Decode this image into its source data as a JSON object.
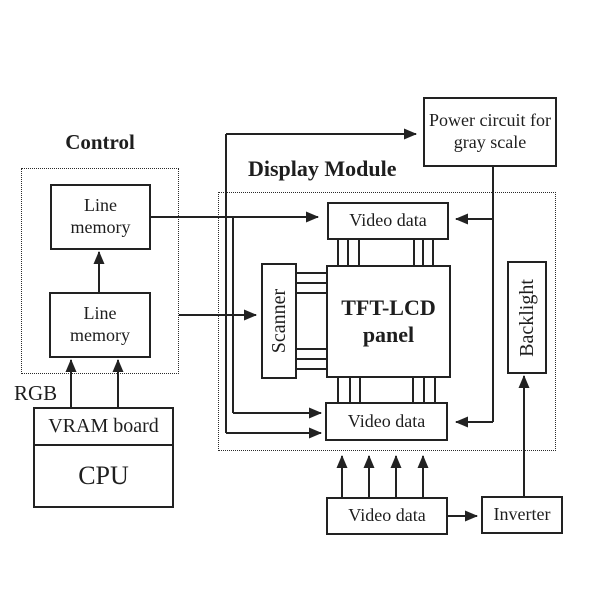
{
  "diagram": {
    "sections": {
      "control": {
        "label": "Control"
      },
      "display_module": {
        "label": "Display Module"
      }
    },
    "nodes": {
      "power_circuit": {
        "label": "Power circuit for gray scale"
      },
      "line_memory_top": {
        "label": "Line memory"
      },
      "line_memory_bottom": {
        "label": "Line memory"
      },
      "video_data_top": {
        "label": "Video data"
      },
      "scanner": {
        "label": "Scanner"
      },
      "tft_lcd_panel": {
        "label": "TFT-LCD panel"
      },
      "video_data_mid": {
        "label": "Video data"
      },
      "backlight": {
        "label": "Backlight"
      },
      "video_data_bottom": {
        "label": "Video data"
      },
      "inverter": {
        "label": "Inverter"
      },
      "vram_board": {
        "label": "VRAM board"
      },
      "cpu": {
        "label": "CPU"
      }
    },
    "annotations": {
      "rgb": {
        "label": "RGB"
      }
    },
    "colors": {
      "ink": "#222222",
      "background": "#ffffff"
    }
  }
}
